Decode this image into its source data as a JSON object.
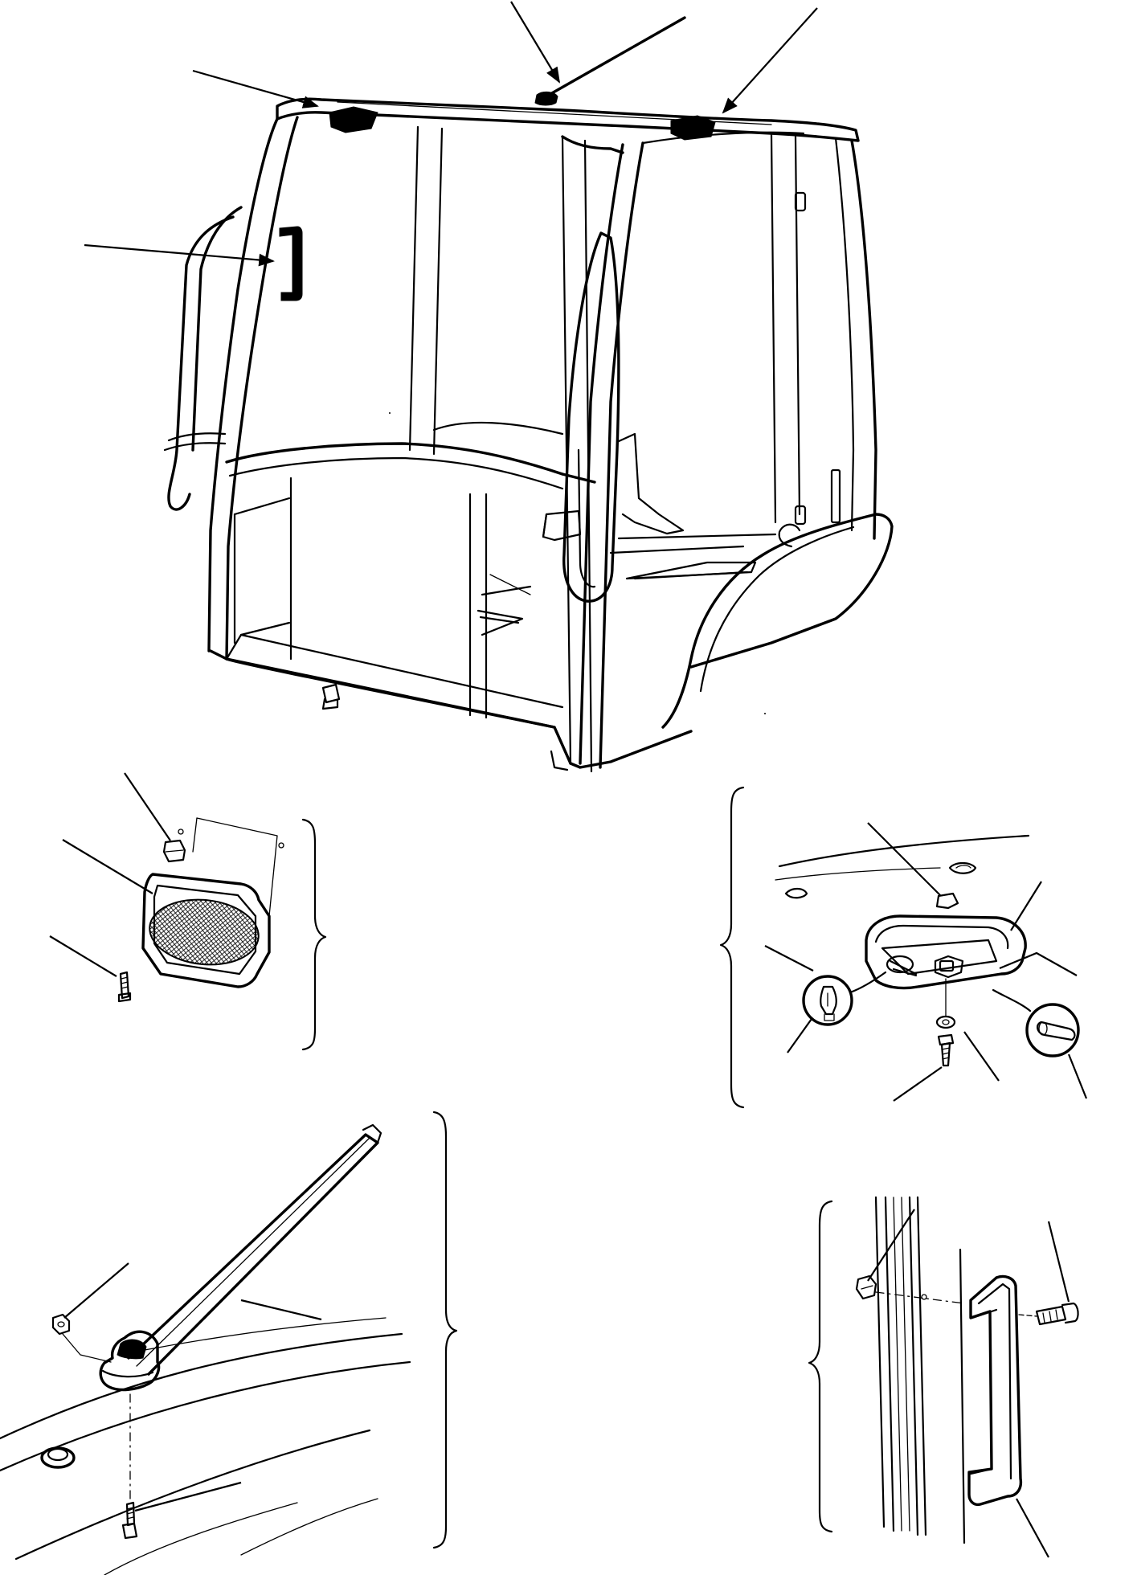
{
  "drawing": {
    "views": [
      "cab-overview",
      "speaker-detail",
      "dome-light-detail",
      "antenna-detail",
      "grab-handle-detail"
    ],
    "labels": []
  },
  "colors": {
    "ink": "#000000",
    "paper": "#ffffff"
  }
}
